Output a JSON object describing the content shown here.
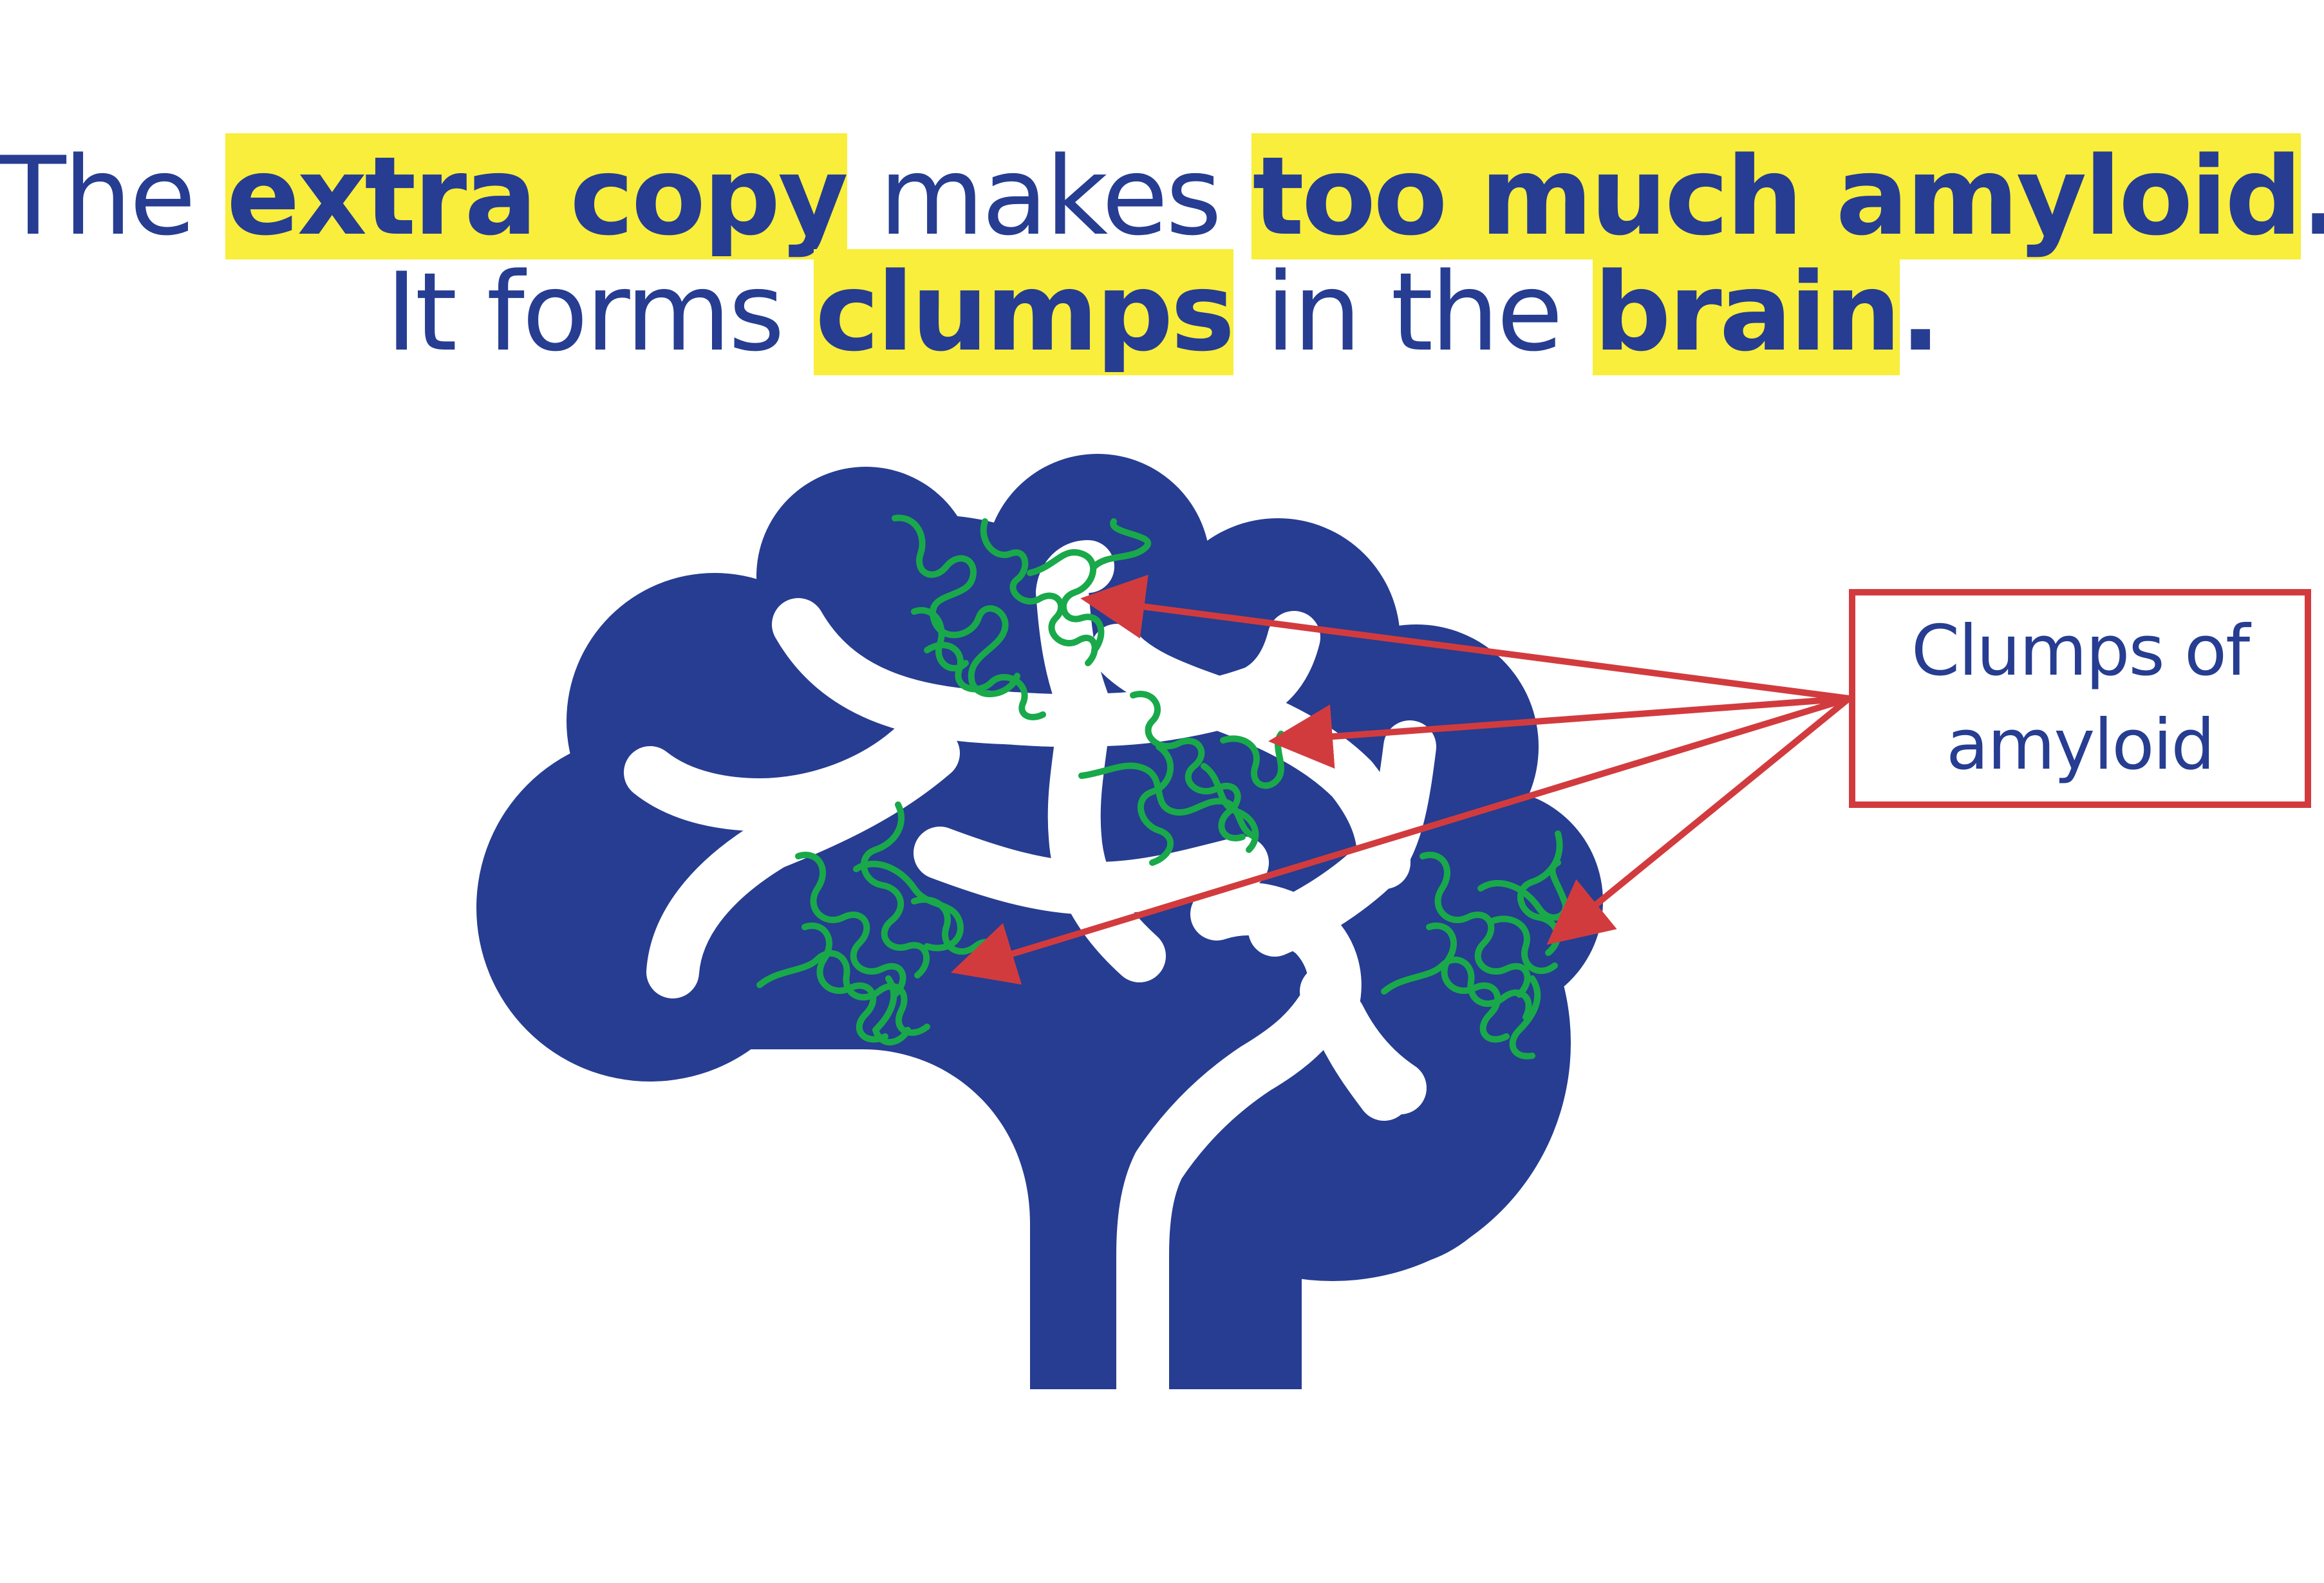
{
  "headline": {
    "line1": [
      {
        "text": "The ",
        "highlight": false
      },
      {
        "text": "extra copy",
        "highlight": true
      },
      {
        "text": " makes ",
        "highlight": false
      },
      {
        "text": "too much amyloid",
        "highlight": true
      },
      {
        "text": ".",
        "highlight": false,
        "bold": true
      }
    ],
    "line2": [
      {
        "text": "It forms ",
        "highlight": false
      },
      {
        "text": "clumps",
        "highlight": true
      },
      {
        "text": " in the ",
        "highlight": false
      },
      {
        "text": "brain",
        "highlight": true
      },
      {
        "text": ".",
        "highlight": false,
        "bold": true
      }
    ]
  },
  "label": {
    "text": "Clumps of amyloid"
  },
  "colors": {
    "text": "#263d91",
    "highlight": "#f9ee3b",
    "brain": "#263d91",
    "sulci": "#ffffff",
    "amyloid": "#19a94a",
    "arrow": "#d23b3e"
  },
  "icons": [
    "brain-icon",
    "amyloid-clump",
    "arrow"
  ]
}
